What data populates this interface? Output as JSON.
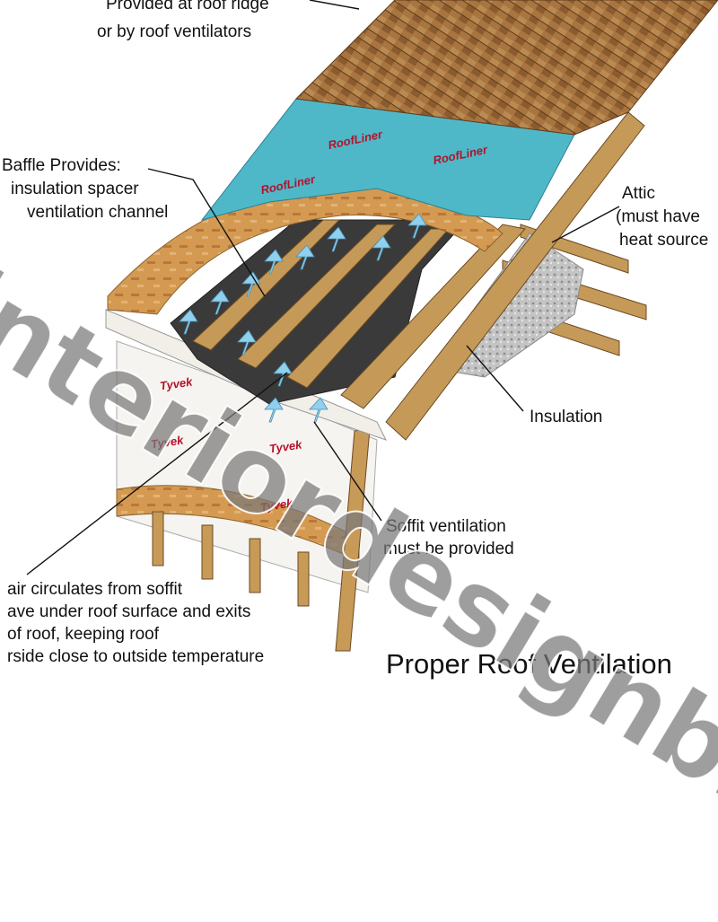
{
  "labels": {
    "ridge_line1": "Provided at roof ridge",
    "ridge_line2": "or by roof ventilators",
    "baffle_line1": "Baffle Provides:",
    "baffle_line2": "insulation spacer",
    "baffle_line3": "ventilation channel",
    "attic_line1": "Attic",
    "attic_line2": "(must have",
    "attic_line3": "heat source",
    "insulation": "Insulation",
    "soffit_line1": "Soffit ventilation",
    "soffit_line2": "must be provided",
    "air_line1": "air circulates from soffit",
    "air_line2": "ave under roof surface and exits",
    "air_line3": "of roof, keeping roof",
    "air_line4": "rside close to outside temperature"
  },
  "title": "Proper Roof Ventilation",
  "watermark": "interiordesignblog.",
  "brands": {
    "roof_liner": "RoofLiner",
    "tyvek": "Tyvek"
  },
  "colors": {
    "shingle": "#9a6a3a",
    "shingle_dark": "#6e4622",
    "underlayment": "#4fb8c8",
    "wood": "#c79a57",
    "wood_dark": "#8a6430",
    "osb": "#d4954d",
    "baffle": "#3a3a3a",
    "arrow": "#8fd0ee",
    "wrap": "#f6f4f0",
    "insulation": "#b9b9b9",
    "brand_red": "#b3122b"
  }
}
